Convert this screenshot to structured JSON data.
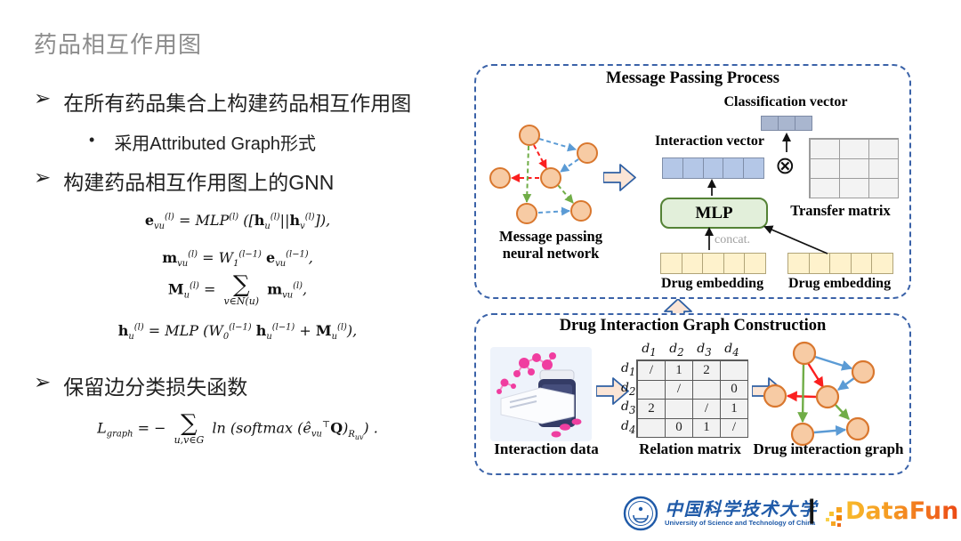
{
  "colors": {
    "box_border": "#3a62a8",
    "node_fill": "#f7cba4",
    "node_stroke": "#d9772e",
    "edge_blue": "#5b9bd5",
    "edge_red": "#fb1f1f",
    "edge_green": "#70ad47",
    "interaction_vector_fill": "#b4c7e7",
    "classification_vector_fill": "#a9b6cf",
    "embedding_fill": "#fef2cc",
    "mlp_fill": "#e2efda",
    "mlp_border": "#548235",
    "block_arrow_fill": "#fbe5d6",
    "block_arrow_border": "#2e5fa3",
    "title_gray": "#8c8c8c",
    "ustc_blue": "#1f5aa8",
    "datafun_orange": "#f59b22"
  },
  "left_panel": {
    "title": "药品相互作用图",
    "marker": "➢",
    "sub_marker": "•",
    "bullet1": "在所有药品集合上构建药品相互作用图",
    "sub_bullet": "采用Attributed Graph形式",
    "bullet2": "构建药品相互作用图上的GNN",
    "bullet3": "保留边分类损失函数",
    "equations": {
      "eq1": "b{e}_{vu}^{(l)} = MLP^{(l)} ([b{h}_{u}^{(l)}||b{h}_{v}^{(l)}]),",
      "eq2": "b{m}_{vu}^{(l)} = W_{1}^{(l−1)} b{e}_{vu}^{(l−1)},",
      "eq3": "b{M}_{u}^{(l)} = sum{v∈N(u)} b{m}_{vu}^{(l)},",
      "eq4": "b{h}_{u}^{(l)} = MLP (W_{0}^{(l−1)} b{h}_{u}^{(l−1)} + b{M}_{u}^{(l)}),",
      "loss": "L_{graph} = − sum{u,v∈G} ln (softmax (ê_{vu}^{⊤}b{Q})_{R_{uv}}) ."
    }
  },
  "message_passing_box": {
    "title": "Message Passing Process",
    "graph_label_line1": "Message passing",
    "graph_label_line2": "neural network",
    "interaction_vector_label": "Interaction vector",
    "interaction_vector_cells": 5,
    "classification_vector_label": "Classification vector",
    "classification_vector_cells": 3,
    "transfer_matrix_label": "Transfer matrix",
    "transfer_matrix_cells": 9,
    "mlp_label": "MLP",
    "concat_label": "concat.",
    "drug_embedding_left_label": "Drug embedding",
    "drug_embedding_right_label": "Drug embedding",
    "embedding_cells": 5,
    "otimes_icon": "⊗"
  },
  "construction_box": {
    "title": "Drug Interaction Graph Construction",
    "interaction_data_label": "Interaction data",
    "relation_matrix_label": "Relation matrix",
    "drug_graph_label": "Drug interaction graph",
    "relation_matrix": {
      "col_headers": [
        "d_{1}",
        "d_{2}",
        "d_{3}",
        "d_{4}"
      ],
      "row_headers": [
        "d_{1}",
        "d_{2}",
        "d_{3}",
        "d_{4}"
      ],
      "cells": [
        [
          "/",
          "1",
          "2",
          ""
        ],
        [
          "",
          "/",
          "",
          "0"
        ],
        [
          "2",
          "",
          "/",
          "1"
        ],
        [
          "",
          "0",
          "1",
          "/"
        ]
      ]
    }
  },
  "footer": {
    "university_cn": "中国科学技术大学",
    "university_en": "University of Science and Technology of China",
    "divider": "|",
    "datafun_text": "DataFun."
  }
}
